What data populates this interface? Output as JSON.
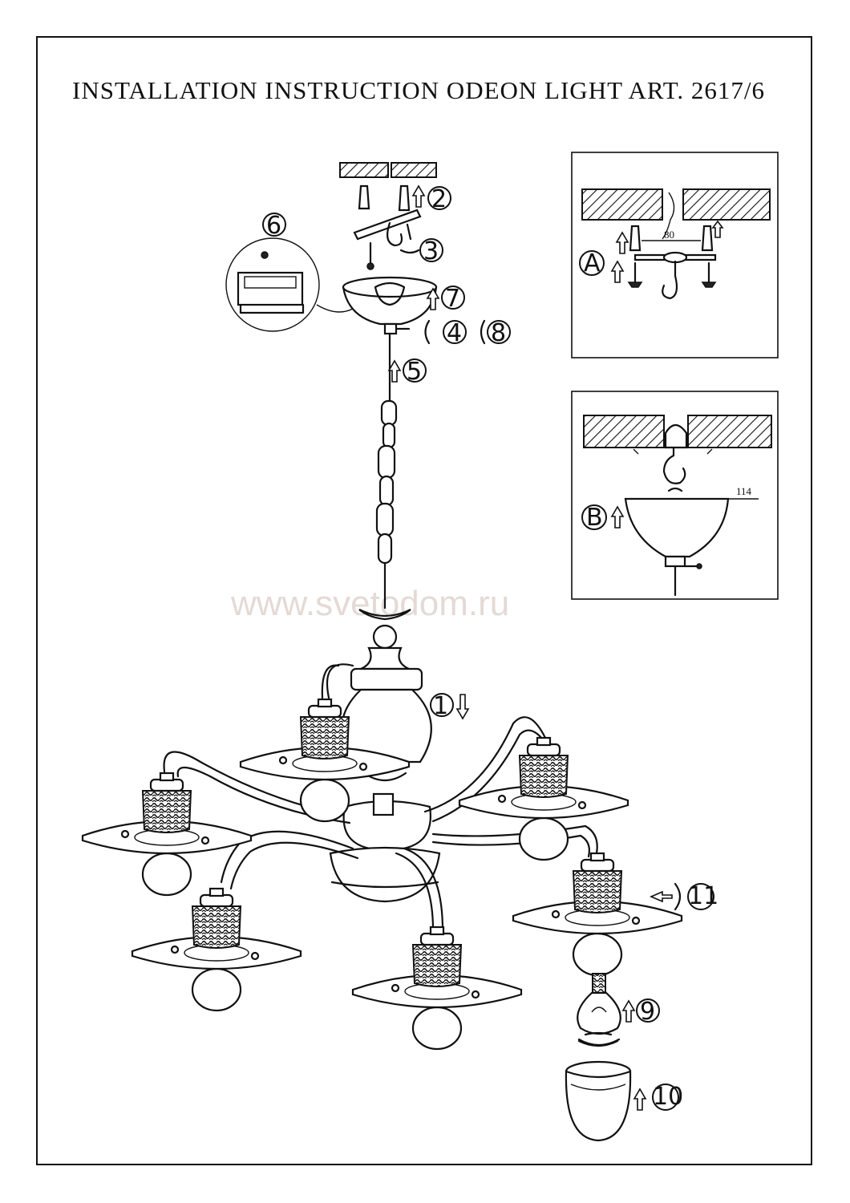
{
  "title": "INSTALLATION INSTRUCTION ODEON LIGHT ART. 2617/6",
  "watermark": "www.svetodom.ru",
  "steps": [
    "1",
    "2",
    "3",
    "4",
    "5",
    "6",
    "7",
    "8",
    "9",
    "10",
    "11"
  ],
  "detail_a": {
    "label": "A",
    "dimension": "80"
  },
  "detail_b": {
    "label": "B",
    "dimension": "114"
  }
}
